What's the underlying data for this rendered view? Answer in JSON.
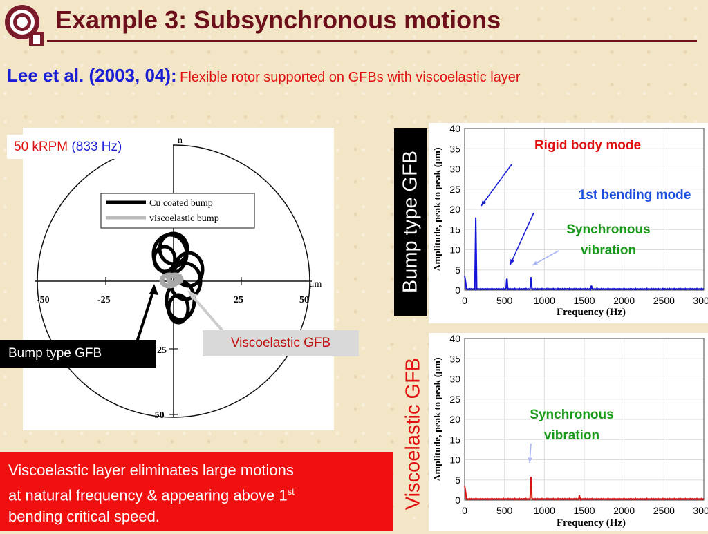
{
  "header": {
    "title": "Example 3: Subsynchronous motions",
    "subtitle_author": "Lee et al. (2003, 04):",
    "subtitle_desc": "Flexible rotor supported on GFBs with viscoelastic layer"
  },
  "orbit": {
    "speed_rpm": "50 kRPM",
    "speed_hz": "(833 Hz)",
    "legend": [
      "Cu coated bump",
      "viscoelastic bump"
    ],
    "axis_unit": "μm",
    "axis_top_label": "n",
    "ticks_x": [
      "-50",
      "-25",
      "25",
      "50"
    ],
    "ticks_y": [
      "25",
      "-50"
    ],
    "bump_label": "Bump type GFB",
    "visco_label": "Viscoelastic GFB"
  },
  "note": {
    "line1": "Viscoelastic layer eliminates large motions",
    "line2a": "at natural frequency & appearing above 1",
    "line2sup": "st",
    "line3": "bending critical speed."
  },
  "side": {
    "top": "Bump type GFB",
    "bottom": "Viscoelastic GFB"
  },
  "colors": {
    "title": "#6b0f1a",
    "blue": "#1a1fd6",
    "red": "#e01010",
    "green": "#1a9a1a"
  },
  "chart_data": [
    {
      "type": "line",
      "title": "",
      "xlabel": "Frequency (Hz)",
      "ylabel": "Amplitude, peak to peak (μm)",
      "xlim": [
        0,
        3000
      ],
      "ylim": [
        0,
        40
      ],
      "xticks": [
        0,
        500,
        1000,
        1500,
        2000,
        2500,
        3000
      ],
      "yticks": [
        0,
        5,
        10,
        15,
        20,
        25,
        30,
        35,
        40
      ],
      "color": "#1414d8",
      "peaks": [
        {
          "x": 140,
          "y": 18
        },
        {
          "x": 530,
          "y": 3.2
        },
        {
          "x": 833,
          "y": 3.5
        },
        {
          "x": 1590,
          "y": 1.2
        },
        {
          "x": 1660,
          "y": 0.5
        }
      ],
      "annotations": [
        {
          "text": "Rigid body mode",
          "color": "#e01010"
        },
        {
          "text": "1st bending mode",
          "color": "#1a4fe0"
        },
        {
          "text": "Synchronous vibration",
          "color": "#1a9a1a"
        }
      ]
    },
    {
      "type": "line",
      "title": "",
      "xlabel": "Frequency (Hz)",
      "ylabel": "Amplitude, peak to peak (μm)",
      "xlim": [
        0,
        3000
      ],
      "ylim": [
        0,
        40
      ],
      "xticks": [
        0,
        500,
        1000,
        1500,
        2000,
        2500,
        3000
      ],
      "yticks": [
        0,
        5,
        10,
        15,
        20,
        25,
        30,
        35,
        40
      ],
      "color": "#d81414",
      "peaks": [
        {
          "x": 833,
          "y": 6.3
        },
        {
          "x": 1440,
          "y": 1.2
        },
        {
          "x": 1660,
          "y": 0.4
        }
      ],
      "annotations": [
        {
          "text": "Synchronous vibration",
          "color": "#1a9a1a"
        }
      ]
    }
  ]
}
